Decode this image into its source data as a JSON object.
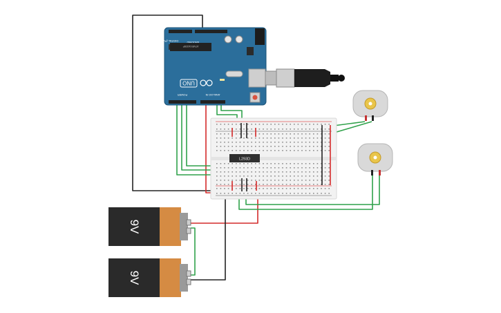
{
  "arduino": {
    "brand_text": "UNO",
    "board_label": "ARDUINO",
    "digital_header_text": "DIGITAL (PWM~)",
    "analog_header_text": "ANALOG IN",
    "power_header_text": "POWER",
    "reset_text": "RESET",
    "chip_text": "ATMEGA328P"
  },
  "breadboard": {
    "ic_label": "L293D"
  },
  "batteries": [
    {
      "label": "9V"
    },
    {
      "label": "9V"
    }
  ],
  "colors": {
    "board_blue": "#2b6e9b",
    "wire_green": "#2fa14a",
    "wire_red": "#d42a2a",
    "wire_black": "#222222",
    "battery_body": "#2a2a2a",
    "battery_copper": "#d58b43",
    "breadboard": "#f2f2f2"
  }
}
